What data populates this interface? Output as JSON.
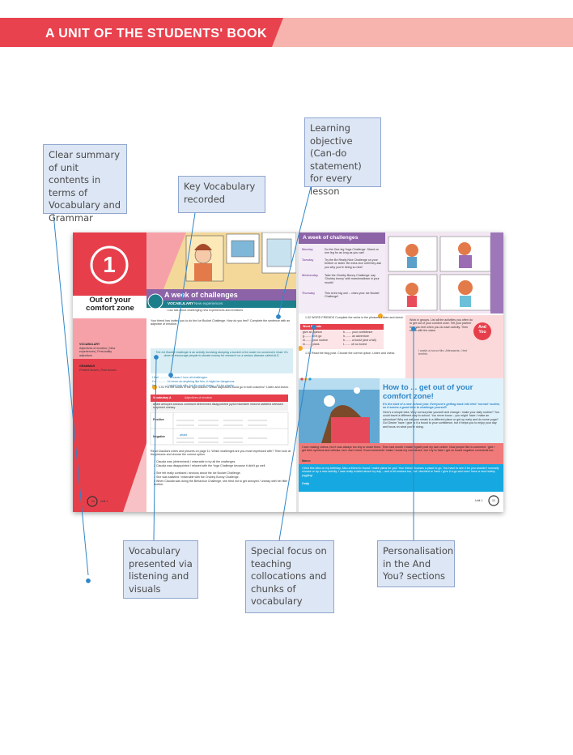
{
  "banner": {
    "title": "A UNIT OF THE STUDENTS' BOOK",
    "color": "#e9424f"
  },
  "callouts": {
    "summary": "Clear summary of unit contents in terms of Vocabulary and Grammar",
    "vocab_recorded": "Key Vocabulary recorded",
    "objective": "Learning objective (Can-do statement) for every lesson",
    "presented": "Vocabulary presented via listening and visuals",
    "collocations": "Special focus on teaching collocations and chunks of vocabulary",
    "personalisation": "Personalisation in the And You? sections"
  },
  "unit": {
    "number": "1",
    "title": "Out of your comfort zone",
    "vocab_head": "VOCABULARY",
    "vocab_items": "Adjectives of emotion | New experiences | Personality adjectives",
    "grammar_head": "GRAMMAR",
    "grammar_items": "Present tenses | Past tenses",
    "footer_left": "Unit 1",
    "page_left": "10"
  },
  "lesson": {
    "title": "A week of challenges",
    "tag": "VOCABULARY",
    "tag_topic": "New experiences",
    "objective": "I can talk about challenging new experiences and emotions.",
    "ex1": "Your friend has invited you to do the Ice Bucket Challenge. How do you feel? Complete the sentence with an adjective of emotion.",
    "ex1_quote": "The Ice Bucket challenge is an activity involving dumping a bucket of ice water on someone's head. It's done to encourage people to donate money for research on a serious disease called ALS.",
    "ex1_lines": [
      "I feel ............ because I love all challenges.",
      "I'm ............ I'd never do anything like this; it might be dangerous.",
      "I'm ............ I might look silly, but it's worth trying – it's for charity."
    ],
    "ex2": "1.01  Put the words in the right column. Which adjectives could go in both columns? Listen and check.",
    "vocab_box_head": "Vocabulary A",
    "vocab_box_sub": "Adjectives of emotion",
    "vocab_box_words": "afraid  annoyed  anxious  confused  determined  disappointed  joyful  miserable  relaxed  satisfied  stressed  surprised  uneasy",
    "positive": "Positive",
    "negative": "Negative",
    "negative_example": "afraid",
    "ex3": "Read Claudia's notes and pictures on page 11. Which challenges are you most impressed with? Then look at the pictures and choose the correct option.",
    "ex3_items": [
      "1  Claudia was (determined) / miserable to try all the challenges.",
      "2  Claudia was disappointed / relaxed with the Yoga Challenge because it didn't go well.",
      "3  She felt really confused / anxious about the Ice Bucket Challenge.",
      "4  She was satisfied / miserable with the Chubby Bunny Challenge.",
      "5  When Claudia was doing the Behaviour Challenge, she tried not to get annoyed / uneasy with her little brother."
    ]
  },
  "week": {
    "title": "A week of challenges",
    "rows": [
      {
        "day": "Monday",
        "text": "Do the One-leg Yoga Challenge. Stand on one leg for as long as you can!"
      },
      {
        "day": "Tuesday",
        "text": "Try the Be Really Nice Challenge on your brother or sister. Be extra nice until they ask you why you're being so nice!"
      },
      {
        "day": "Wednesday",
        "text": "Take the Chubby Bunny Challenge: say 'Chubby bunny' with marshmallows in your mouth!"
      },
      {
        "day": "Thursday",
        "text": "This is the big one – video your Ice Bucket Challenge!"
      }
    ]
  },
  "right": {
    "ex4": "1.02  WORD FRIENDS  Complete the verbs in the phrases. Listen and check.",
    "wf_head": "Word Friends",
    "wf_items": [
      "give an opinion",
      "b........ your confidence",
      "g........ oil in go",
      "h........ an adventure",
      "m........ your routine",
      "b........ a boost (and a fall)",
      "m........ plans",
      "t........ oh so bored"
    ],
    "ex5": "1.03  Read the blog post. Choose the correct option. Listen and check.",
    "ex6": "Work in groups. List all the activities you often do to get out of your comfort zone. Tell your partner how you feel when you do each activity. Then share with the class.",
    "ex6_example": "I watch a horror film. Afterwards, I feel terrible.",
    "and_you": "And You",
    "blog_title": "How to ... get out of your comfort zone!",
    "blog_intro": "It's the start of a new school year. Everyone's getting back into their 'normal' routine, so it seems a good time to challenge yourself!",
    "blog_body": "Here's a simple idea. Why not surprise yourself and change / make your daily routine? You could travel a different way to school. You never know – you might 'have / make an adventure! Why not eat your meals in a different place or get up early and do some yoga? Go! Desire 'have / give to it a boost to your confidence, but it helps you to enjoy your day and focus on what you're doing.",
    "comment1": "I love making videos, but it was always too shy to share them. Then last month I made myself post my own online. Now people like to comment. 'give / get their opinions and criticise, but I don't mind. Good comments 'make / boost my confidence, but I try to 'take / get on board negative comments too.",
    "comment1_author": "Marco",
    "comment2": "I tried this idea on my birthday. Also a friend to 'boost / make plans for you! Your friend chooses a place to go. You have to see it for you wouldn't normally choose or try a new activity. I was really excited about my day – and a bit anxious too, but I decided to 'have / give it a go and now I have a new hobby: juggling!",
    "comment2_author": "Cody",
    "footer_right": "Unit 1",
    "page_right": "11"
  },
  "colors": {
    "red": "#e63f4b",
    "pink": "#f6a1a8",
    "purple": "#8d63a8",
    "teal": "#1d7f8b",
    "blue": "#1aa0dc",
    "salmon": "#f27f7f",
    "callout_bg": "#dde6f4",
    "callout_border": "#8fa6cf"
  }
}
